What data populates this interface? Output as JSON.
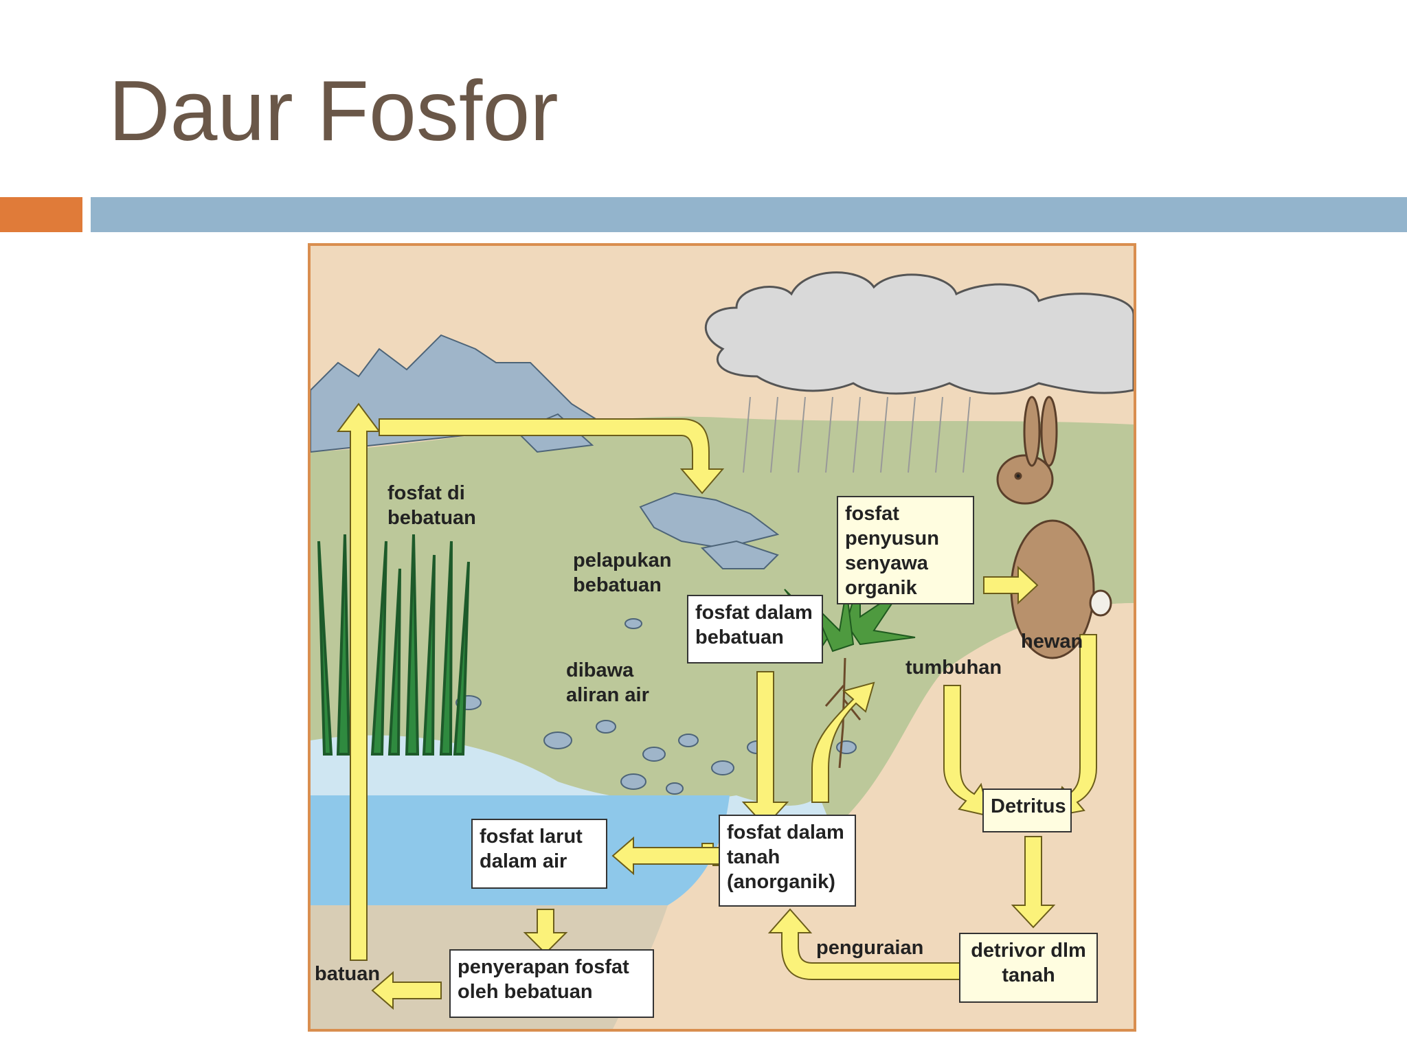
{
  "slide": {
    "title": "Daur Fosfor"
  },
  "colors": {
    "title": "#6a5748",
    "accent_orange": "#e07b39",
    "accent_blue": "#93b4cc",
    "arrow_fill": "#fbf27a",
    "frame": "#d98e4f"
  },
  "diagram": {
    "labels": {
      "fosfat_di_bebatuan": "fosfat di\nbebatuan",
      "pelapukan_bebatuan": "pelapukan\nbebatuan",
      "dibawa_aliran_air": "dibawa\naliran air",
      "hewan": "hewan",
      "tumbuhan": "tumbuhan",
      "penguraian": "penguraian",
      "batuan": "batuan"
    },
    "boxes": {
      "fosfat_dalam_bebatuan": "fosfat dalam\nbebatuan",
      "fosfat_penyusun_senyawa_organik": "fosfat\npenyusun\nsenyawa\norganik",
      "fosfat_dalam_tanah": "fosfat dalam\ntanah\n(anorganik)",
      "fosfat_larut_dalam_air": "fosfat larut\ndalam air",
      "penyerapan_fosfat": "penyerapan fosfat\noleh bebatuan",
      "detritus": "Detritus",
      "detrivor_dlm_tanah": "detrivor dlm\ntanah"
    }
  }
}
